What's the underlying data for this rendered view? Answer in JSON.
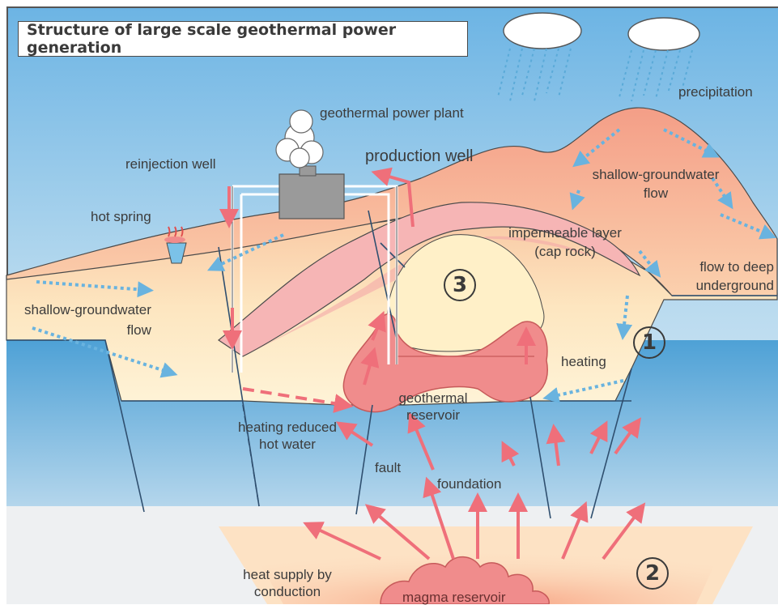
{
  "title": "Structure of large scale geothermal power generation",
  "labels": {
    "precipitation": "precipitation",
    "power_plant": "geothermal power plant",
    "production_well": "production well",
    "reinjection_well": "reinjection well",
    "shallow_flow_right_1": "shallow-groundwater",
    "shallow_flow_right_2": "flow",
    "hot_spring": "hot spring",
    "impermeable_1": "impermeable layer",
    "impermeable_2": "(cap rock)",
    "flow_deep_1": "flow to deep",
    "flow_deep_2": "underground",
    "shallow_flow_left_1": "shallow-groundwater",
    "shallow_flow_left_2": "flow",
    "heating": "heating",
    "reservoir_1": "geothermal",
    "reservoir_2": "reservoir",
    "reduced_1": "heating reduced",
    "reduced_2": "hot water",
    "fault": "fault",
    "foundation": "foundation",
    "conduction_1": "heat supply by",
    "conduction_2": "conduction",
    "magma": "magma reservoir"
  },
  "markers": {
    "one": "1",
    "two": "2",
    "three": "3"
  },
  "colors": {
    "sky": "#8fc4e6",
    "deep_water": "#5aa8d8",
    "sediment": "#fbe3b0",
    "cap_rock": "#f6b5b5",
    "mountain": "#f7b08e",
    "magma": "#f08c8c",
    "arrow_hot": "#ef6f7a",
    "arrow_water": "#69b3df"
  }
}
